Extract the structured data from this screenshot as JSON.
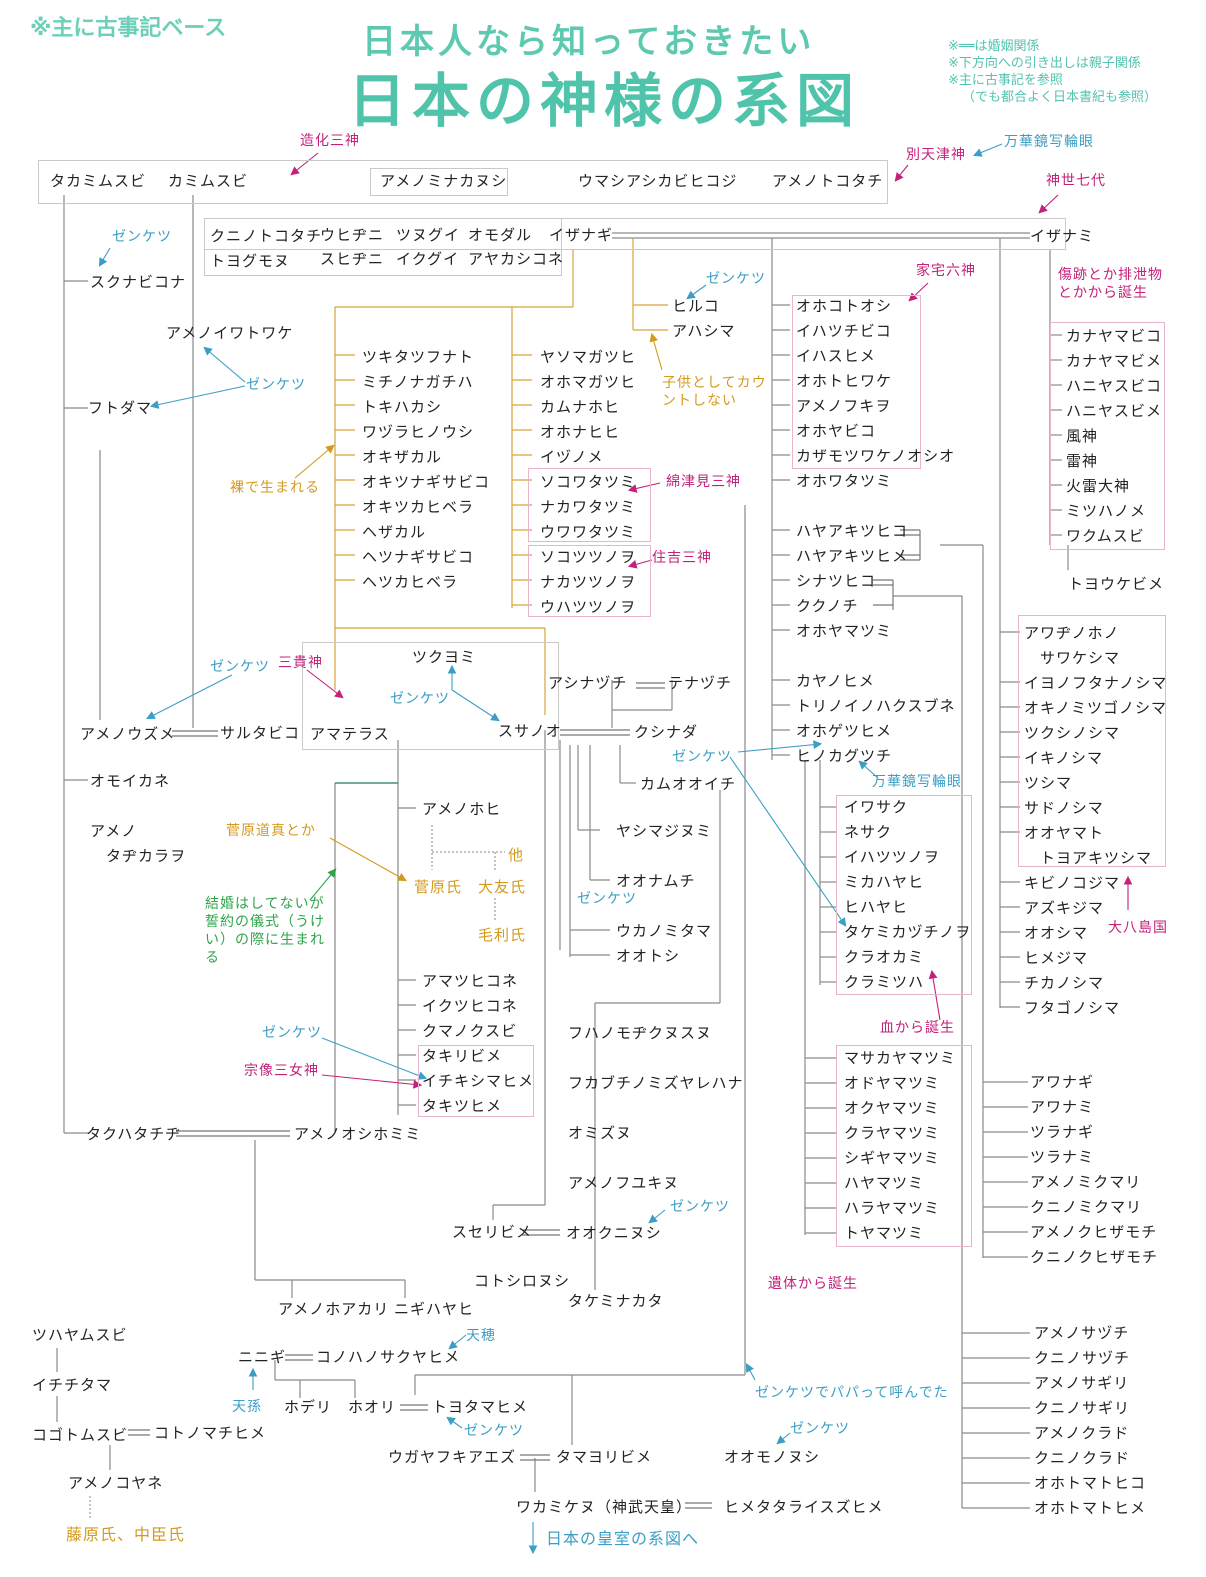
{
  "corner_note": "※主に古事記ベース",
  "title_line1": "日本人なら知っておきたい",
  "title_line2": "日本の神様の系図",
  "notes": [
    "※══は婚姻関係",
    "※下方向への引き出しは親子関係",
    "※主に古事記を参照",
    "（でも都合よく日本書紀も参照）"
  ],
  "colors": {
    "teal": "#4fc4aa",
    "cyan": "#3c9ec4",
    "magenta": "#c4217a",
    "orange": "#d49a1d",
    "green": "#2fa44a",
    "gray_line": "#888888",
    "orange_line": "#d6a437"
  },
  "labels": {
    "zoka": "造化三神",
    "betsu": "別天津神",
    "manga1": "万華鏡写輪眼",
    "kamiyo": "神世七代",
    "kataku": "家宅六神",
    "shouka": "傷跡とか排泄物とかから誕生",
    "wata": "綿津見三神",
    "sumi": "住吉三神",
    "kodomo": "子供としてカウントしない",
    "hadaka": "裸で生まれる",
    "sanki": "三貴神",
    "manga2": "万華鏡写輪眼",
    "sugawara_note": "菅原道真とか",
    "ukei": "結婚はしてないが誓約の儀式（うけい）の際に生まれる",
    "munakata": "宗像三女神",
    "chi": "血から誕生",
    "itai": "遺体から誕生",
    "ohyashima": "大八島国",
    "papa": "ゼンケツでパパって呼んでた",
    "amahi": "天穂",
    "tenson": "天孫",
    "koushitsu": "日本の皇室の系図へ",
    "zenketsu": "ゼンケツ"
  },
  "gods": {
    "takami": "タカミムスビ",
    "kami": "カミムスビ",
    "amenominaka": "アメノミナカヌシ",
    "umashi": "ウマシアシカビヒコジ",
    "amenotoko": "アメノトコタチ",
    "kuninotoko": "クニノトコタチ",
    "toyogumo": "トヨグモヌ",
    "uhiji": "ウヒヂニ",
    "suhiji": "スヒヂニ",
    "tsunu": "ツヌグイ",
    "iku": "イクグイ",
    "omoda": "オモダル",
    "ayakashi": "アヤカシコネ",
    "izanagi": "イザナギ",
    "izanami": "イザナミ",
    "sukuna": "スクナビコナ",
    "amenoiwato": "アメノイワトワケ",
    "futodama": "フトダマ",
    "hiruko": "ヒルコ",
    "awashima": "アハシマ",
    "tsukitatsu": "ツキタツフナト",
    "michino": "ミチノナガチハ",
    "tokiha": "トキハカシ",
    "wazura": "ワヅラヒノウシ",
    "okizakaru": "オキザカル",
    "okitsunagi": "オキツナギサビコ",
    "okitsukai": "オキツカヒベラ",
    "hezakaru": "ヘザカル",
    "hetsunagi": "ヘツナギサビコ",
    "hetsukai": "ヘツカヒベラ",
    "yasoma": "ヤソマガツヒ",
    "ohoma": "オホマガツヒ",
    "kamunao": "カムナホヒ",
    "ohonao": "オホナヒヒ",
    "izunome": "イヅノメ",
    "sokowata": "ソコワタツミ",
    "nakawata": "ナカワタツミ",
    "uwawata": "ウワワタツミ",
    "sokotsutsu": "ソコツツノヲ",
    "nakatsutsu": "ナカツツノヲ",
    "uwatsutsu": "ウハツツノヲ",
    "ohokoto": "オホコトオシ",
    "iwatsuchi": "イハツチビコ",
    "iwasu": "イハスヒメ",
    "ohotohi": "オホトヒワケ",
    "amenofuki": "アメノフキヲ",
    "ohoyabiko": "オホヤビコ",
    "kazamotsu": "カザモツワケノオシオ",
    "ohowata": "オホワタツミ",
    "hayaaki_m": "ハヤアキツヒコ",
    "hayaaki_f": "ハヤアキツヒメ",
    "shinatsu": "シナツヒコ",
    "kukunochi": "ククノチ",
    "ohoyama": "オホヤマツミ",
    "kayano": "カヤノヒメ",
    "torino": "トリノイノハクスブネ",
    "ohogetsu": "オホゲツヒメ",
    "hinokagu": "ヒノカグツチ",
    "kanayama_m": "カナヤマビコ",
    "kanayama_f": "カナヤマビメ",
    "haniyasu_m": "ハニヤスビコ",
    "haniyasu_f": "ハニヤスビメ",
    "fujin": "風神",
    "raijin": "雷神",
    "karai": "火雷大神",
    "mitsuha": "ミツハノメ",
    "wakumusu": "ワクムスビ",
    "toyouke": "トヨウケビメ",
    "tsukuyomi": "ツクヨミ",
    "amaterasu": "アマテラス",
    "susanoo": "スサノオ",
    "ashinazuchi": "アシナヅチ",
    "tenazuchi": "テナヅチ",
    "kushinada": "クシナダ",
    "kamuoo": "カムオオイチ",
    "amenouzume": "アメノウズメ",
    "sarutahiko": "サルタビコ",
    "omoikane": "オモイカネ",
    "amenotajikara": "アメノタヂカラヲ",
    "amenohohi": "アメノホヒ",
    "sugawara": "菅原氏",
    "ootomo": "大友氏",
    "hoka": "他",
    "mouri": "毛利氏",
    "yashima": "ヤシマジヌミ",
    "oonamuchi": "オオナムチ",
    "ukanomitama": "ウカノミタマ",
    "ootoshi": "オオトシ",
    "amatsuhiko": "アマツヒコネ",
    "ikutsuhiko": "イクツヒコネ",
    "kumano": "クマノクスビ",
    "takiri": "タキリビメ",
    "ichikishima": "イチキシマヒメ",
    "takitsu": "タキツヒメ",
    "takuhata": "タクハタチヂ",
    "amenooshiho": "アメノオシホミミ",
    "fuhanomo": "フハノモヂクヌスヌ",
    "fukabuchi": "フカブチノミズヤレハナ",
    "omizunu": "オミズヌ",
    "amenofuyu": "アメノフユキヌ",
    "suseri": "スセリビメ",
    "ookuninushi": "オオクニヌシ",
    "kotoshiro": "コトシロヌシ",
    "takeminakata": "タケミナカタ",
    "iwasaku": "イワサク",
    "nesaku": "ネサク",
    "iwatsutsu": "イハツツノヲ",
    "mikahaya": "ミカハヤヒ",
    "hihaya": "ヒハヤヒ",
    "takemikazuchi": "タケミカヅチノヲ",
    "kuraokami": "クラオカミ",
    "kuramitsuha": "クラミツハ",
    "masaka": "マサカヤマツミ",
    "odoya": "オドヤマツミ",
    "okuya": "オクヤマツミ",
    "kuraya": "クラヤマツミ",
    "shigiya": "シギヤマツミ",
    "haya": "ハヤマツミ",
    "haraya": "ハラヤマツミ",
    "toya": "トヤマツミ",
    "awajino": "アワヂノホノ",
    "sawake": "サワケシマ",
    "iyono": "イヨノフタナノシマ",
    "okino": "オキノミツゴノシマ",
    "tsukushi": "ツクシノシマ",
    "iki": "イキノシマ",
    "tsushima": "ツシマ",
    "sado": "サドノシマ",
    "ooyamato": "オオヤマト",
    "toyoaki": "トヨアキツシマ",
    "kibino": "キビノコジマ",
    "azuki": "アズキジマ",
    "ooshima": "オオシマ",
    "himejima": "ヒメジマ",
    "chika": "チカノシマ",
    "futago": "フタゴノシマ",
    "awanagi": "アワナギ",
    "awanami": "アワナミ",
    "tsuranagi": "ツラナギ",
    "tsuranami": "ツラナミ",
    "amenomikumari": "アメノミクマリ",
    "kuninomikumari": "クニノミクマリ",
    "amenokuhiza": "アメノクヒザモチ",
    "kuninokuhiza": "クニノクヒザモチ",
    "amenosazuchi": "アメノサヅチ",
    "kuninosazuchi": "クニノサヅチ",
    "amenosagiri": "アメノサギリ",
    "kuninosagiri": "クニノサギリ",
    "amenokurado": "アメノクラド",
    "kuninokurado": "クニノクラド",
    "ootomatohiko": "オホトマトヒコ",
    "ootomatohime": "オホトマトヒメ",
    "amenohoakari": "アメノホアカリ",
    "nigihayahi": "ニギハヤヒ",
    "ninigi": "ニニギ",
    "konohana": "コノハノサクヤヒメ",
    "hoderi": "ホデリ",
    "hoori": "ホオリ",
    "toyotama": "トヨタマヒメ",
    "ugaya": "ウガヤフキアエズ",
    "tamayori": "タマヨリビメ",
    "wakamikenu": "ワカミケヌ（神武天皇）",
    "himetatara": "ヒメタタライスズヒメ",
    "oomononushi": "オオモノヌシ",
    "tsuhaya": "ツハヤムスビ",
    "ichichi": "イチチタマ",
    "kogoto": "コゴトムスビ",
    "kotonomachi": "コトノマチヒメ",
    "amenokoyane": "アメノコヤネ",
    "fujiwara": "藤原氏、中臣氏"
  }
}
